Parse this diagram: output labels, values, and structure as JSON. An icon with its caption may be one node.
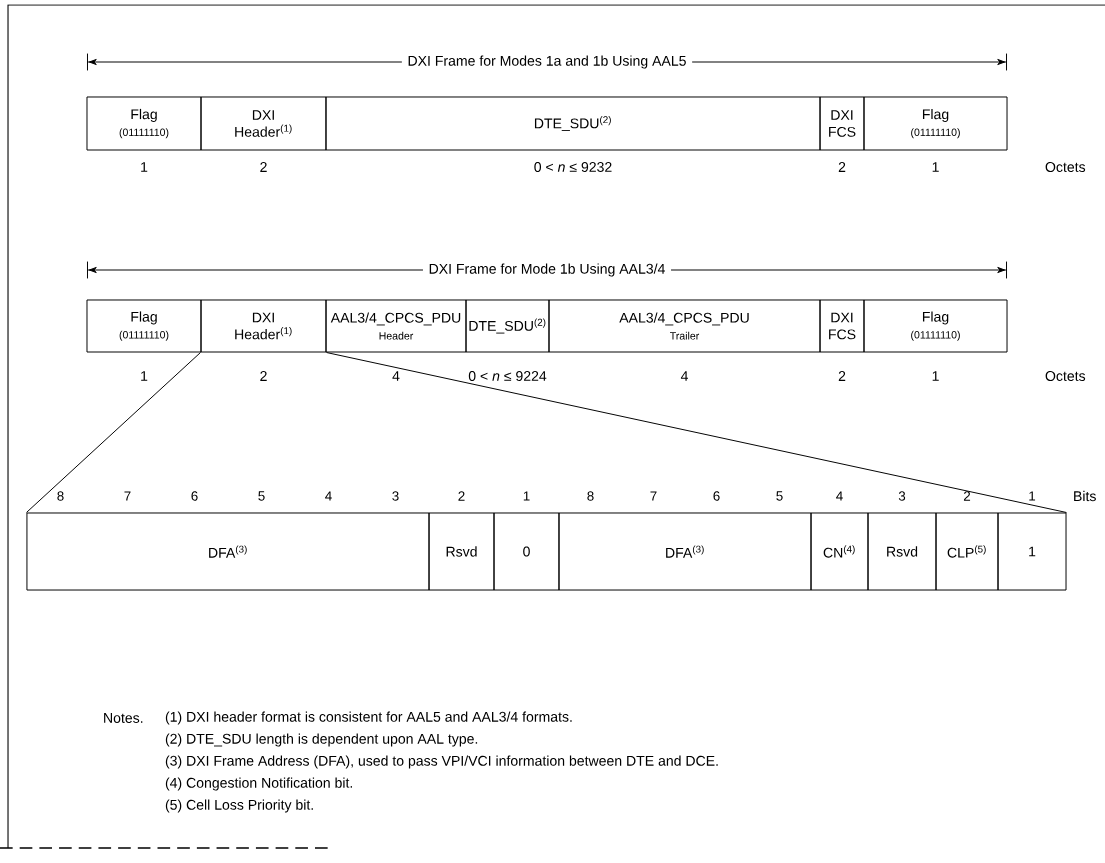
{
  "diagram": {
    "nodes": [
      {
        "text": [
          "Flag",
          "(01111110)"
        ],
        "beside": [
          "1"
        ]
      },
      {
        "text": [
          "DXI Header$^{(1)}$"
        ],
        "beside": [
          "2"
        ]
      },
      {
        "text": [
          "DTE_SDU$^{(2)}$"
        ],
        "beside": [
          "0 < *n* ≤ 9232"
        ]
      },
      {
        "text": [
          "DXI FCS"
        ],
        "beside": [
          "2"
        ]
      },
      {
        "text": [
          "Flag",
          "(01111110)"
        ],
        "beside": [
          "1"
        ]
      },
      {
        "text": [
          "Flag",
          "(01111110)"
        ],
        "beside": [
          "1"
        ]
      },
      {
        "text": [
          "DXI Header$^{(1)}$"
        ],
        "beside": [
          "2"
        ]
      },
      {
        "text": [
          "AAL3/4_CPCS_PDU",
          "Header"
        ],
        "beside": [
          "4"
        ]
      },
      {
        "text": [
          "DTE_SDU$^{(2)}$"
        ],
        "beside": [
          "0 < *n* ≤ 9224"
        ]
      },
      {
        "text": [
          "AAL3/4_CPCS_PDU",
          "Trailer"
        ],
        "beside": [
          "4"
        ]
      },
      {
        "text": [
          "DXI FCS"
        ],
        "beside": [
          "2"
        ]
      },
      {
        "text": [
          "Flag",
          "(01111110)"
        ],
        "beside": [
          "1"
        ]
      },
      {
        "text": [
          "DFA$^{(3)}$"
        ]
      },
      {
        "text": [
          "Rsvd"
        ]
      },
      {
        "text": [
          "0"
        ]
      },
      {
        "text": [
          "DFA$^{(3)}$"
        ]
      },
      {
        "text": [
          "CN$^{(4)}$"
        ]
      },
      {
        "text": [
          "Rsvd"
        ]
      },
      {
        "text": [
          "CLP$^{(5)}$"
        ]
      },
      {
        "text": [
          "1"
        ]
      }
    ],
    "edges": [
      {
        "from": 6,
        "to": 12,
        "arrow": "none"
      },
      {
        "from": 6,
        "to": 19,
        "arrow": "none"
      }
    ],
    "labels": [
      "DXI Frame for Modes 1a and 1b Using AAL5",
      "Octets",
      "DXI Frame for Mode 1b Using AAL3/4",
      "Octets",
      "8",
      "7",
      "6",
      "5",
      "4",
      "3",
      "2",
      "1",
      "8",
      "7",
      "6",
      "5",
      "4",
      "3",
      "2",
      "1",
      "Bits",
      "Notes.",
      "(1) DXI header format is consistent for AAL5 and AAL3/4 formats.",
      "(2) DTE_SDU length is dependent upon AAL type.",
      "(3) DXI Frame Address (DFA), used to pass VPI/VCI information between DTE and DCE.",
      "(4) Congestion Notification bit.",
      "(5) Cell Loss Priority bit."
    ]
  }
}
